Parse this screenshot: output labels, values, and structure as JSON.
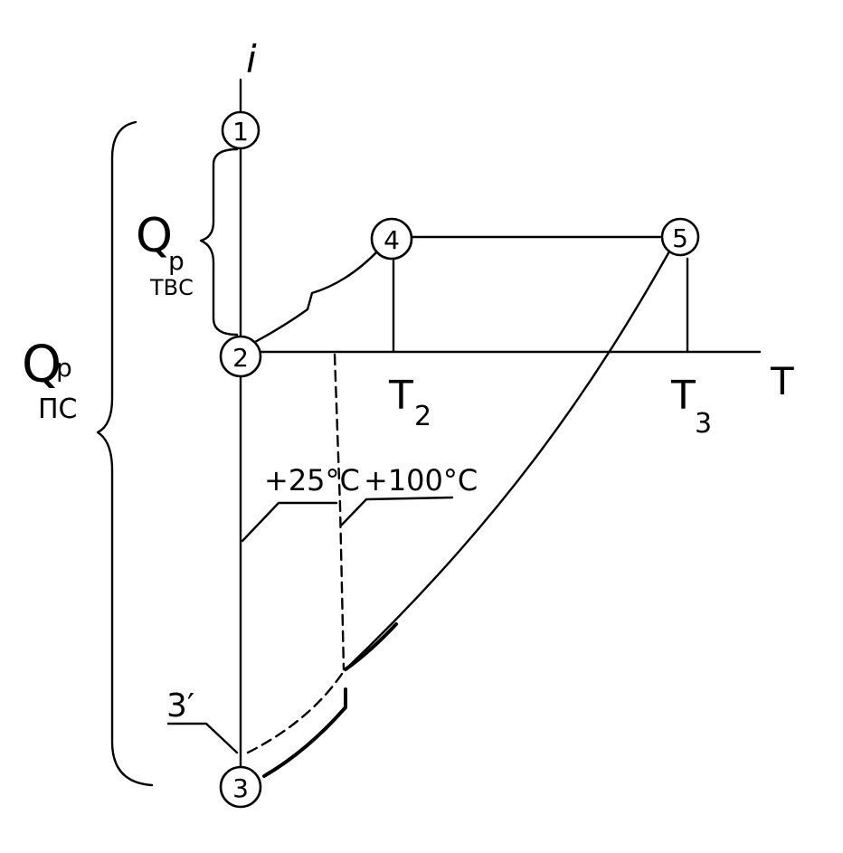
{
  "axes": {
    "vertical_label": "i",
    "horizontal_label": "T"
  },
  "nodes": {
    "n1": "1",
    "n2": "2",
    "n3": "3",
    "n4": "4",
    "n5": "5",
    "n3_prime": "3′"
  },
  "ticks": {
    "t2_main": "T",
    "t2_sub": "2",
    "t3_main": "T",
    "t3_sub": "3"
  },
  "temperature_labels": {
    "plus25": "+25°C",
    "plus100": "+100°C"
  },
  "braces": {
    "tvs_main": "Q",
    "tvs_sub_p": "р",
    "tvs_sub": "ТВС",
    "ps_main": "Q",
    "ps_sub_p": "р",
    "ps_sub": "ПС"
  },
  "colors": {
    "ink": "#000000",
    "paper": "#ffffff"
  }
}
